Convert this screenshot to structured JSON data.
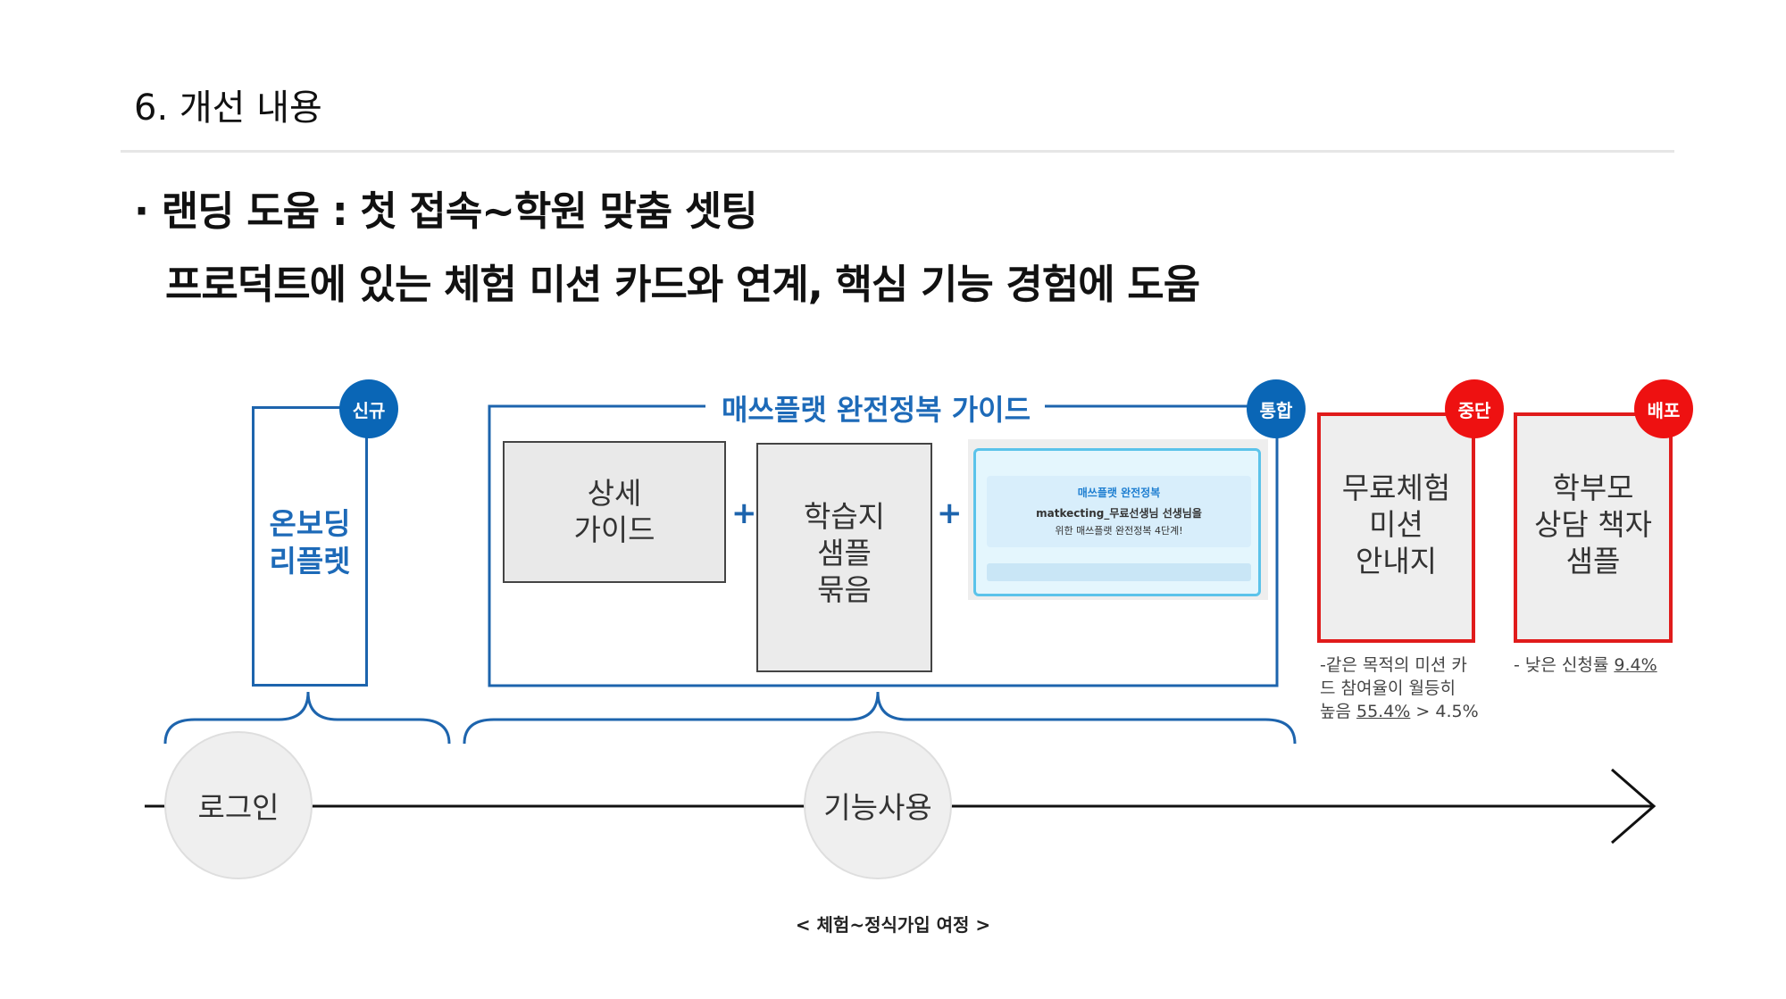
{
  "header": {
    "section_title": "6. 개선 내용",
    "headline": "· 랜딩 도움 : 첫 접속~학원 맞춤 셋팅",
    "subline": "프로덕트에 있는 체험 미션 카드와 연계, 핵심 기능 경험에 도움"
  },
  "onboarding": {
    "badge": "신규",
    "line1": "온보딩",
    "line2": "리플렛"
  },
  "guide": {
    "title": "매쓰플랫 완전정복 가이드",
    "badge": "통합",
    "card1": {
      "line1": "상세",
      "line2": "가이드"
    },
    "card2": {
      "line1": "학습지",
      "line2": "샘플",
      "line3": "묶음"
    },
    "plus": "+",
    "preview": {
      "title": "매쓰플랫 완전정복",
      "line1": "matkecting_무료선생님 선생님을",
      "line2": "위한 매쓰플랫 완전정복 4단계!"
    }
  },
  "mission": {
    "badge": "중단",
    "line1": "무료체험",
    "line2": "미션",
    "line3": "안내지",
    "note_line1": "-같은 목적의 미션 카",
    "note_line2": "드 참여율이 월등히",
    "note_prefix": "높음 ",
    "note_value": "55.4%",
    "note_suffix": " > 4.5%"
  },
  "parent": {
    "badge": "배포",
    "line1": "학부모",
    "line2": "상담 책자",
    "line3": "샘플",
    "note_prefix": "- 낮은 신청률 ",
    "note_value": "9.4%"
  },
  "timeline": {
    "node1": "로그인",
    "node2": "기능사용",
    "caption": "< 체험~정식가입 여정 >"
  },
  "colors": {
    "blue": "#1d64ad",
    "red": "#e01b1b",
    "badge_blue": "#0a66b6",
    "badge_red": "#ee1111"
  }
}
